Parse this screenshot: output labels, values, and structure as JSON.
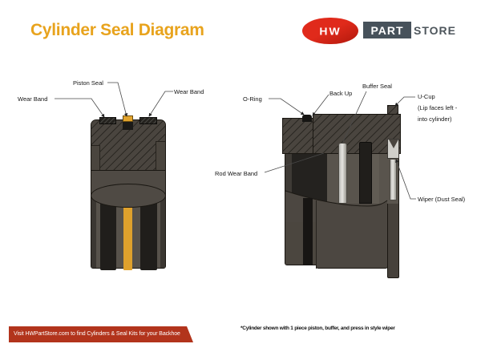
{
  "header": {
    "title": "Cylinder Seal Diagram",
    "logo": {
      "mark": "HW",
      "part": "PART",
      "store": "STORE"
    }
  },
  "diagram": {
    "left": {
      "name": "piston cross-section",
      "labels": {
        "piston_seal": "Piston Seal",
        "wear_band_left": "Wear Band",
        "wear_band_right": "Wear Band"
      }
    },
    "right": {
      "name": "rod gland cross-section",
      "labels": {
        "o_ring": "O-Ring",
        "back_up": "Back Up",
        "buffer_seal": "Buffer Seal",
        "u_cup_line1": "U-Cup",
        "u_cup_line2": "(Lip faces left -",
        "u_cup_line3": "into cylinder)",
        "rod_wear_band": "Rod Wear Band",
        "wiper": "Wiper (Dust Seal)"
      }
    }
  },
  "footer": {
    "banner_text": "Visit HWPartStore.com to find Cylinders & Seal Kits for your Backhoe",
    "note": "*Cylinder shown with 1 piece piston, buffer, and press in style wiper"
  },
  "icons": {
    "logo_mark": "hw-monogram"
  },
  "colors": {
    "title_orange": "#E8A31D",
    "logo_red": "#D7271B",
    "logo_slate": "#47525B",
    "banner_red": "#B2341C",
    "seal_orange": "#DFA12C",
    "metal_body": "#4A453F",
    "seal_black": "#201E1B",
    "seal_light_gray": "#D8D7D4"
  }
}
